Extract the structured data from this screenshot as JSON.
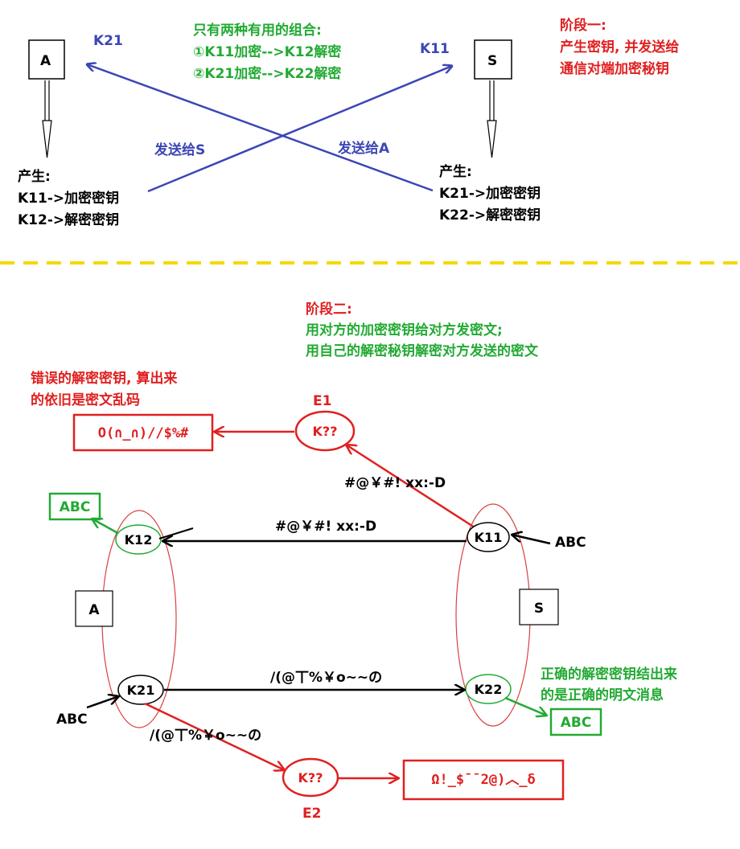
{
  "colors": {
    "blue": "#3c46b4",
    "green": "#22aa33",
    "red": "#e02020",
    "yellow": "#f5d800",
    "black": "#000000"
  },
  "stage1": {
    "box_a": "A",
    "box_s": "S",
    "key_k21_top": "K21",
    "key_k11_top": "K11",
    "send_to_s": "发送给S",
    "send_to_a": "发送给A",
    "combo_title": "只有两种有用的组合:",
    "combo_1": "①K11加密-->K12解密",
    "combo_2": "②K21加密-->K22解密",
    "stage_title": "阶段一:",
    "stage_line1": "产生密钥, 并发送给",
    "stage_line2": "通信对端加密秘钥",
    "a_gen_title": "产生:",
    "a_gen_1": "K11->加密密钥",
    "a_gen_2": "K12->解密密钥",
    "s_gen_title": "产生:",
    "s_gen_1": "K21->加密密钥",
    "s_gen_2": "K22->解密密钥"
  },
  "stage2": {
    "title": "阶段二:",
    "line1": "用对方的加密密钥给对方发密文;",
    "line2": "用自己的解密秘钥解密对方发送的密文",
    "wrong_note_1": "错误的解密密钥, 算出来",
    "wrong_note_2": "的依旧是密文乱码",
    "e1_label": "E1",
    "e1_key": "K??",
    "e1_garbled": "O(∩_∩)//$%#",
    "cipher_top_diag": "#@￥#! xx:-D",
    "cipher_top": "#@￥#! xx:-D",
    "abc_top_left": "ABC",
    "k12": "K12",
    "k11": "K11",
    "abc_in_right": "ABC",
    "box_a": "A",
    "box_s": "S",
    "cipher_bottom": "/(@丅%￥o~~の",
    "k21": "K21",
    "k22": "K22",
    "abc_in_left": "ABC",
    "correct_note_1": "正确的解密密钥结出来",
    "correct_note_2": "的是正确的明文消息",
    "abc_bottom_right": "ABC",
    "cipher_bottom_diag": "/(@丅%￥o~~の",
    "e2_key": "K??",
    "e2_label": "E2",
    "e2_garbled": "Ω!_$¯¯2@)︿_δ"
  }
}
